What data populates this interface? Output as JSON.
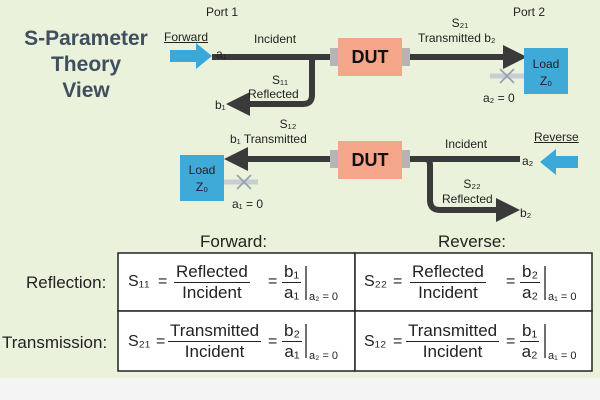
{
  "title_lines": [
    "S-Parameter",
    "Theory",
    "View"
  ],
  "colors": {
    "background": "#eaf2dc",
    "bottom_band": "#f4f4f4",
    "arrow_dark": "#3a3a3a",
    "blue_arrow": "#3aa8d8",
    "dut_fill": "#f5a58a",
    "dut_side": "#b5b5b5",
    "load_fill": "#3fa9d8",
    "cross": "#9aa3ad",
    "table_border": "#222222",
    "table_fill": "#ffffff"
  },
  "icons": [
    "blue-arrow-icon",
    "dark-arrow-icon",
    "cross-icon"
  ],
  "top_diagram": {
    "port1": "Port 1",
    "port2": "Port 2",
    "forward": "Forward",
    "a1": "a₁",
    "incident": "Incident",
    "dut": "DUT",
    "s21": "S₂₁",
    "transmitted": "Transmitted b₂",
    "s11": "S₁₁",
    "reflected": "Reflected",
    "b1": "b₁",
    "load_line1": "Load",
    "load_line2": "Z₀",
    "a2_zero": "a₂ = 0"
  },
  "bottom_diagram": {
    "s12": "S₁₂",
    "transmitted": "b₁ Transmitted",
    "dut": "DUT",
    "incident": "Incident",
    "reverse": "Reverse",
    "a2": "a₂",
    "s22": "S₂₂",
    "reflected": "Reflected",
    "b2": "b₂",
    "load_line1": "Load",
    "load_line2": "Z₀",
    "a1_zero": "a₁ = 0"
  },
  "table": {
    "forward_header": "Forward:",
    "reverse_header": "Reverse:",
    "row1_label": "Reflection:",
    "row2_label": "Transmission:",
    "cells": {
      "s11": {
        "sym": "S₁₁",
        "eq1": "=",
        "num1": "Reflected",
        "den1": "Incident",
        "eq2": "=",
        "num2": "b₁",
        "den2": "a₁",
        "cond": "a₂ = 0"
      },
      "s22": {
        "sym": "S₂₂",
        "eq1": "=",
        "num1": "Reflected",
        "den1": "Incident",
        "eq2": "=",
        "num2": "b₂",
        "den2": "a₂",
        "cond": "a₁ = 0"
      },
      "s21": {
        "sym": "S₂₁",
        "eq1": "=",
        "num1": "Transmitted",
        "den1": "Incident",
        "eq2": "=",
        "num2": "b₂",
        "den2": "a₁",
        "cond": "a₂ = 0"
      },
      "s12": {
        "sym": "S₁₂",
        "eq1": "=",
        "num1": "Transmitted",
        "den1": "Incident",
        "eq2": "=",
        "num2": "b₁",
        "den2": "a₂",
        "cond": "a₁ = 0"
      }
    }
  }
}
